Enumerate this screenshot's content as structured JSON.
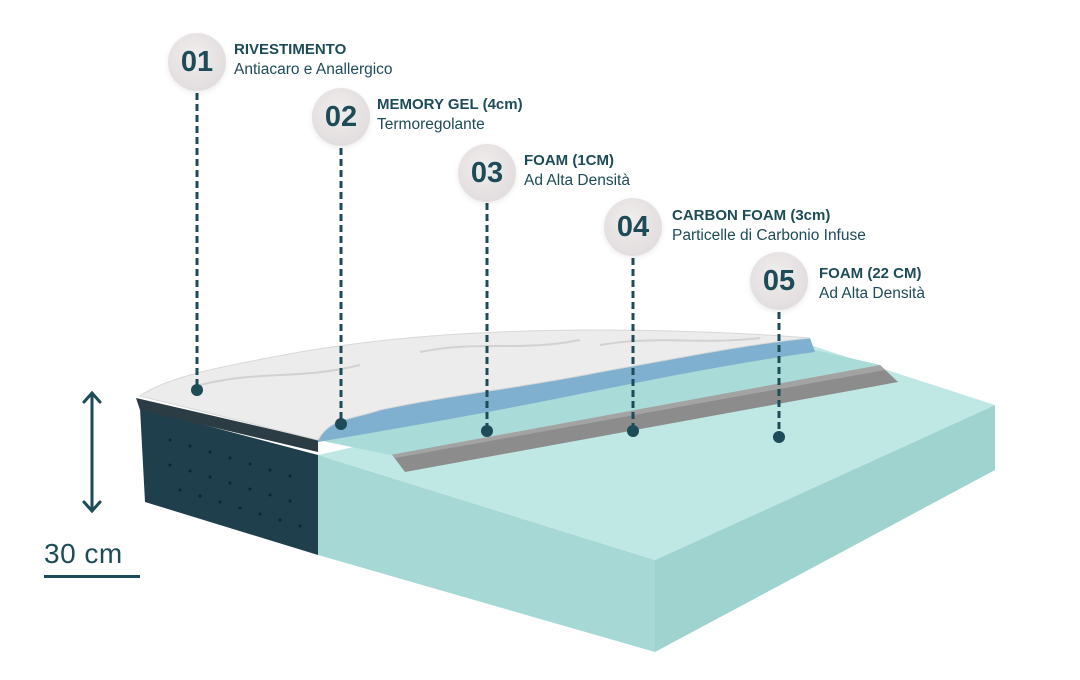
{
  "layers": [
    {
      "number": "01",
      "title": "RIVESTIMENTO",
      "subtitle": "Antiacaro e Anallergico"
    },
    {
      "number": "02",
      "title": "MEMORY GEL (4cm)",
      "subtitle": "Termoregolante"
    },
    {
      "number": "03",
      "title": "FOAM (1CM)",
      "subtitle": "Ad Alta Densità"
    },
    {
      "number": "04",
      "title": "CARBON FOAM (3cm)",
      "subtitle": "Particelle di Carbonio Infuse"
    },
    {
      "number": "05",
      "title": "FOAM (22 CM)",
      "subtitle": "Ad Alta Densità"
    }
  ],
  "height_label": "30 cm",
  "colors": {
    "accent": "#1d4b58",
    "cover": "#e9e9e9",
    "side_fabric": "#1f3f4d",
    "memory_gel": "#7fb0cf",
    "foam": "#b3e2df",
    "carbon_foam": "#8a8a8a"
  }
}
